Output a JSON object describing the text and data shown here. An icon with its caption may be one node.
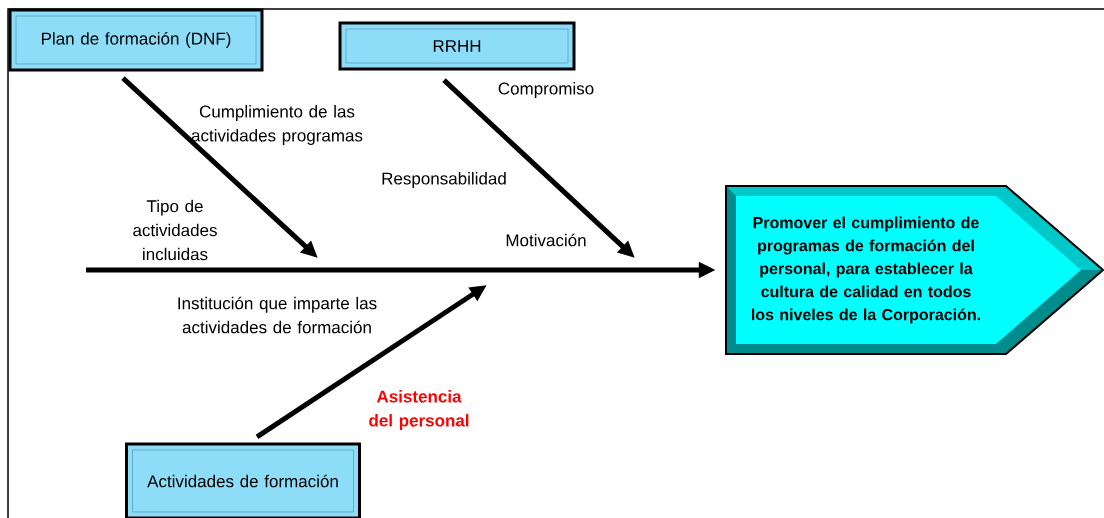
{
  "diagram": {
    "nodes": [
      {
        "text": [
          "Plan de formación (DNF)"
        ]
      },
      {
        "text": [
          "RRHH"
        ]
      },
      {
        "text": [
          "Actividades de formación"
        ]
      },
      {
        "text": [
          "Promover el cumplimiento de programas de formación del personal, para establecer la cultura de calidad en todos los niveles de la Corporación."
        ]
      }
    ],
    "edges": [
      {
        "from": null,
        "to": 3,
        "arrow": "to"
      },
      {
        "from": 0,
        "to": null,
        "arrow": "to"
      },
      {
        "from": 1,
        "to": null,
        "arrow": "to"
      },
      {
        "from": 2,
        "to": null,
        "arrow": "to"
      }
    ],
    "labels": [
      "Cumplimiento de las actividades programas",
      "Compromiso",
      "Responsabilidad",
      "Tipo de actividades incluidas",
      "Motivación",
      "Institución que imparte las actividades de formación",
      "Asistencia del personal"
    ]
  }
}
